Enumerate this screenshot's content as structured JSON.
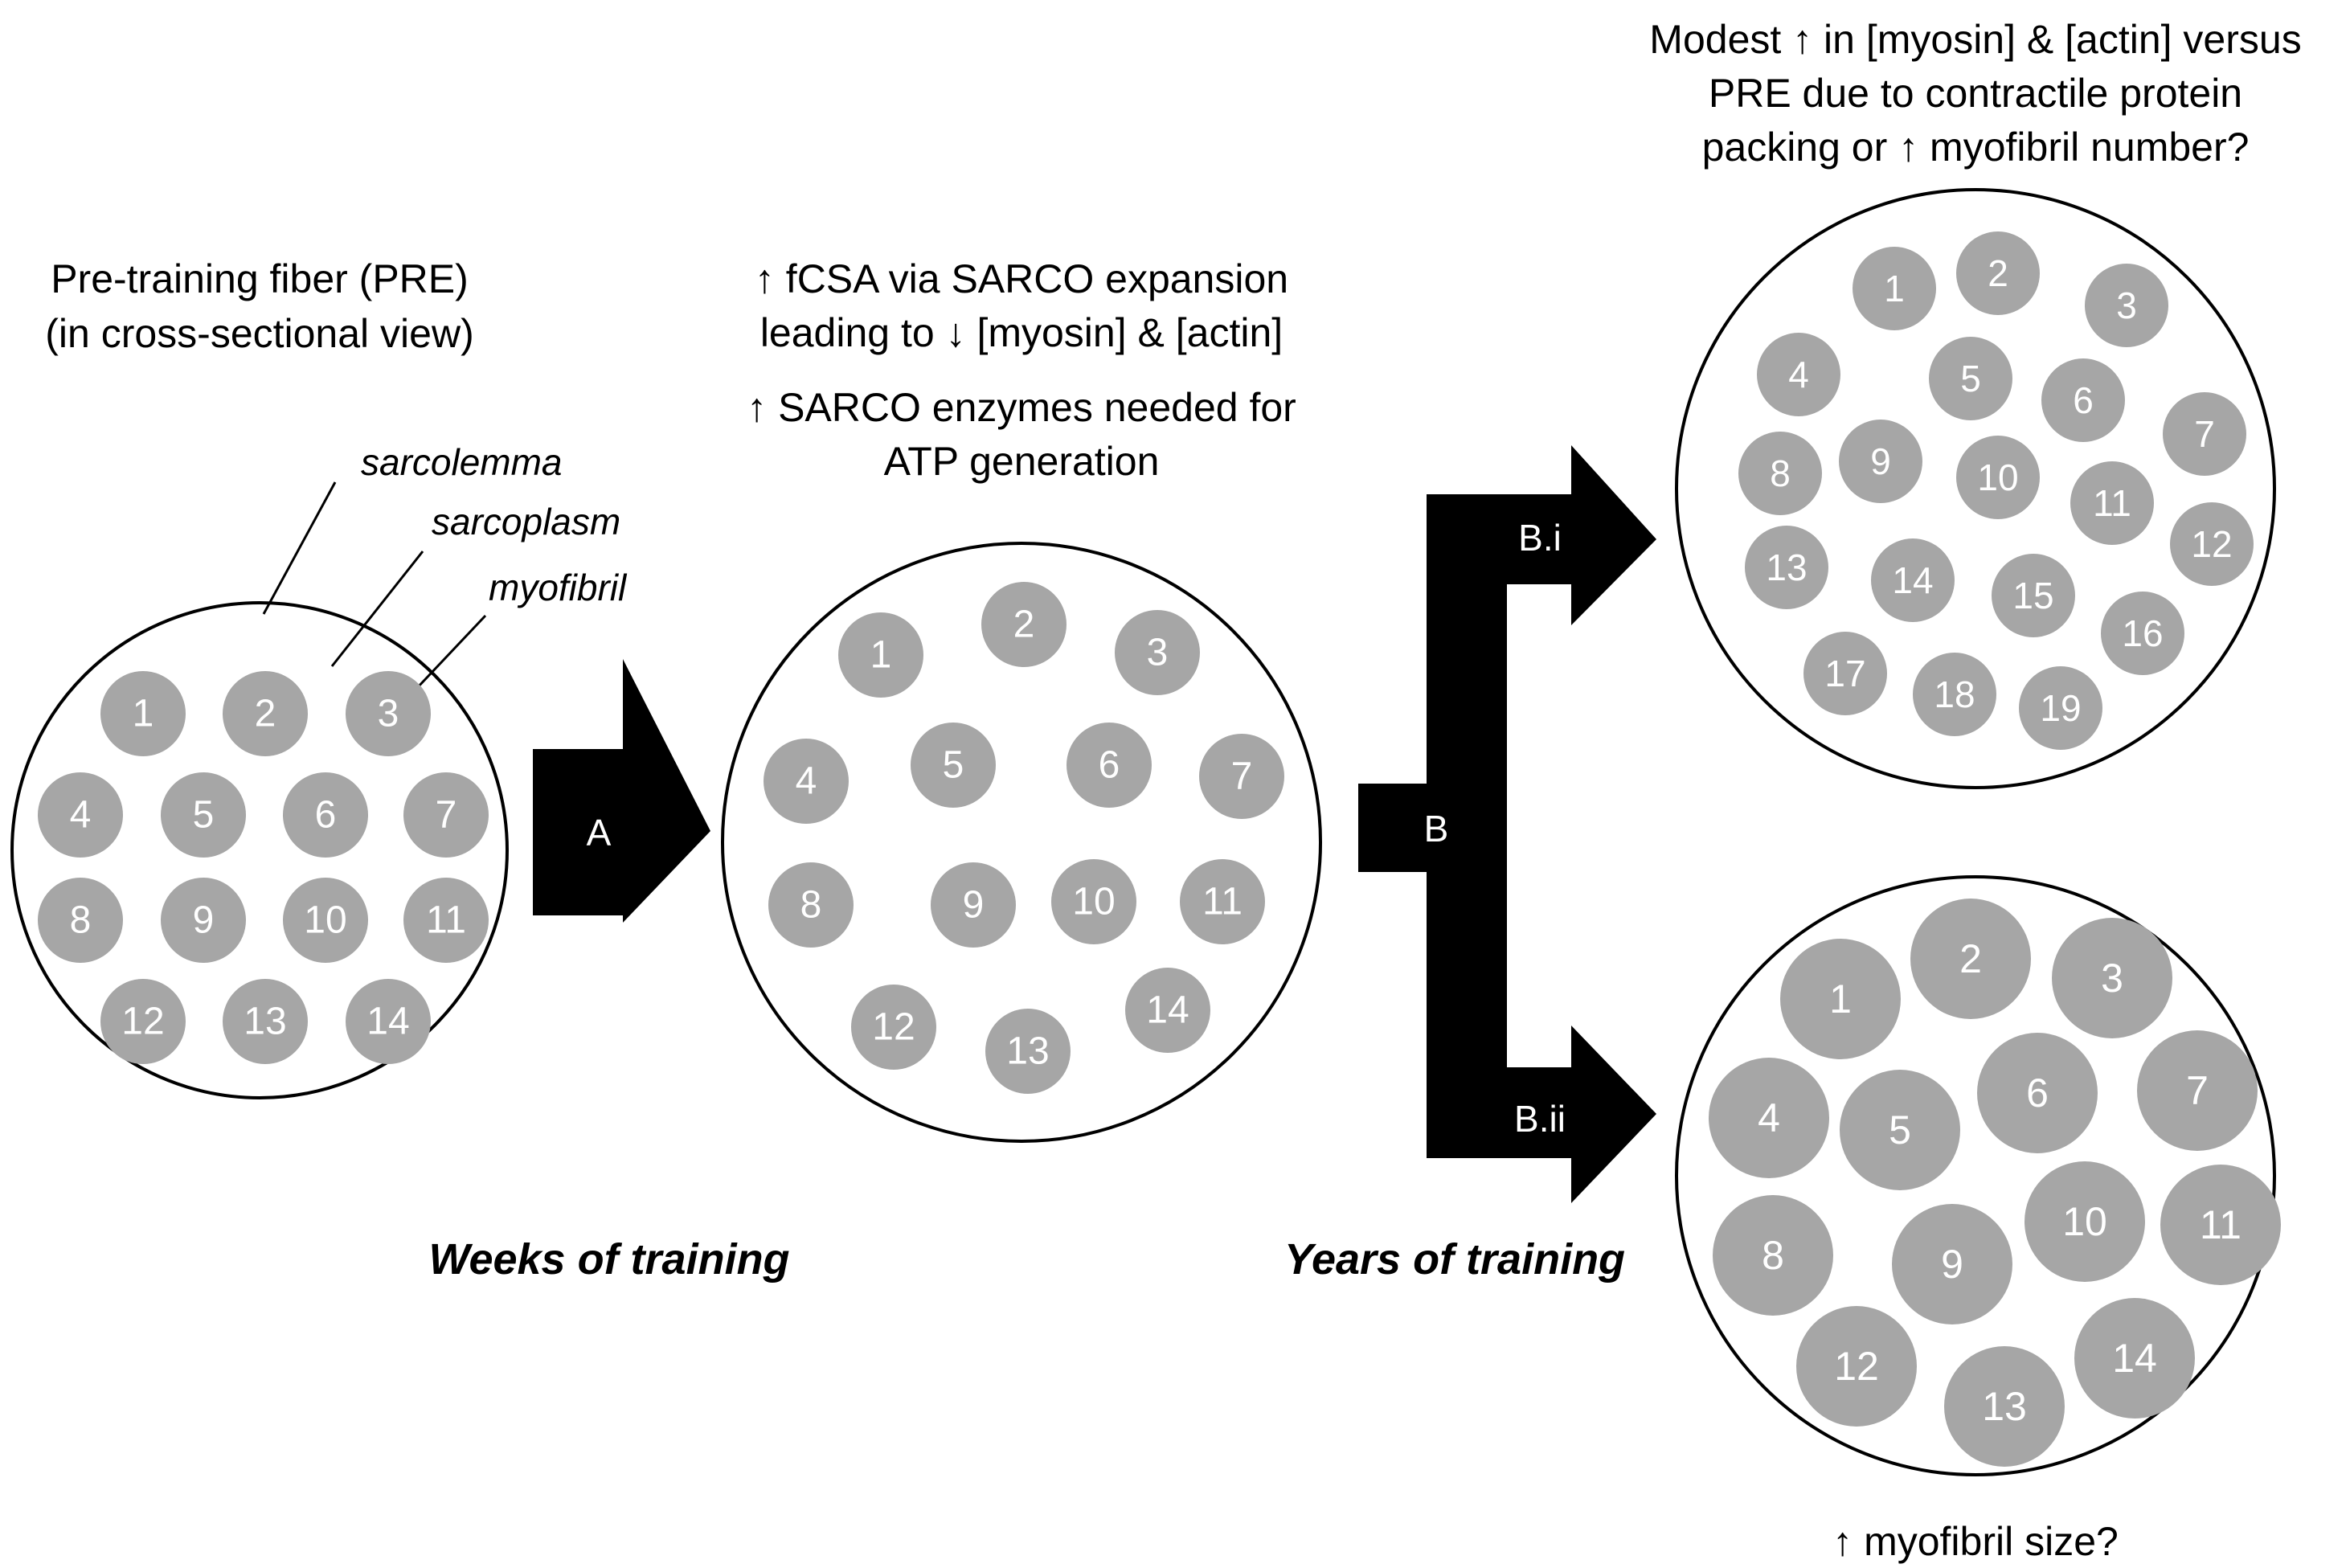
{
  "pre_fiber": {
    "caption": [
      "Pre-training fiber (PRE)",
      "(in cross-sectional view)"
    ],
    "labels": {
      "sarcolemma": "sarcolemma",
      "sarcoplasm": "sarcoplasm",
      "myofibril": "myofibril"
    },
    "myofibrils": [
      "1",
      "2",
      "3",
      "4",
      "5",
      "6",
      "7",
      "8",
      "9",
      "10",
      "11",
      "12",
      "13",
      "14"
    ]
  },
  "arrow_a": {
    "label": "A"
  },
  "weeks_label": "Weeks of training",
  "sarco_fiber": {
    "caption": [
      "↑ fCSA via SARCO expansion",
      "leading to ↓ [myosin] & [actin]",
      "↑ SARCO enzymes needed for",
      "ATP generation"
    ],
    "myofibrils": [
      "1",
      "2",
      "3",
      "4",
      "5",
      "6",
      "7",
      "8",
      "9",
      "10",
      "11",
      "12",
      "13",
      "14"
    ]
  },
  "arrow_b": {
    "label": "B",
    "upper_label": "B.i",
    "lower_label": "B.ii"
  },
  "years_label": "Years of training",
  "bi_fiber": {
    "caption": [
      "Modest ↑ in [myosin] & [actin] versus",
      "PRE due to contractile protein",
      "packing or ↑ myofibril number?"
    ],
    "myofibrils": [
      "1",
      "2",
      "3",
      "4",
      "5",
      "6",
      "7",
      "8",
      "9",
      "10",
      "11",
      "12",
      "13",
      "14",
      "15",
      "16",
      "17",
      "18",
      "19"
    ]
  },
  "bii_fiber": {
    "caption": [
      "↑ myofibril size?"
    ],
    "myofibrils": [
      "1",
      "2",
      "3",
      "4",
      "5",
      "6",
      "7",
      "8",
      "9",
      "10",
      "11",
      "12",
      "13",
      "14"
    ]
  },
  "colors": {
    "myofibril": "#a6a6a6",
    "arrow": "#000000",
    "outline": "#000000"
  }
}
